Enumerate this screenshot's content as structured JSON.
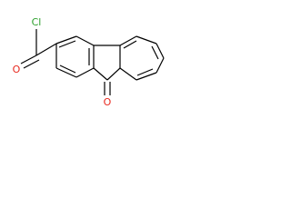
{
  "molecule": {
    "atoms": {
      "chlorine": {
        "label": "Cl",
        "color": "#2ca02c"
      },
      "acyl_oxygen": {
        "label": "O",
        "color": "#e8281e"
      },
      "ketone_oxygen": {
        "label": "O",
        "color": "#e8281e"
      }
    },
    "bond_color": "#000000",
    "background": "#ffffff"
  }
}
